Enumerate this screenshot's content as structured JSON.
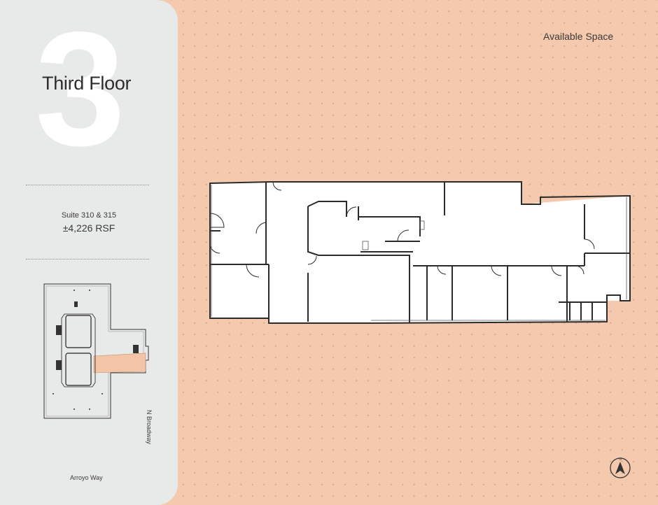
{
  "floor": {
    "number_glyph": "3",
    "title": "Third Floor"
  },
  "suite": {
    "name": "Suite 310 & 315",
    "area": "±4,226 RSF"
  },
  "streets": {
    "bottom": "Arroyo Way",
    "right": "N Broadway"
  },
  "legend": {
    "label": "Available Space",
    "color": "#f3c4a6"
  },
  "compass": {
    "north_label": "N",
    "icon": "north-arrow-icon"
  },
  "colors": {
    "sidebar": "#e8eae9",
    "main_background": "#f4c9ad",
    "available_highlight": "#f3c4a6",
    "wall": "#2b2b2b"
  }
}
